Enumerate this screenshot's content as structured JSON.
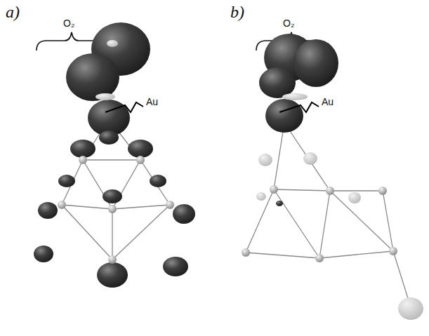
{
  "diagram": {
    "labels": [
      "a)",
      "O₂",
      "Au",
      "b)",
      "O₂",
      "Au"
    ]
  }
}
